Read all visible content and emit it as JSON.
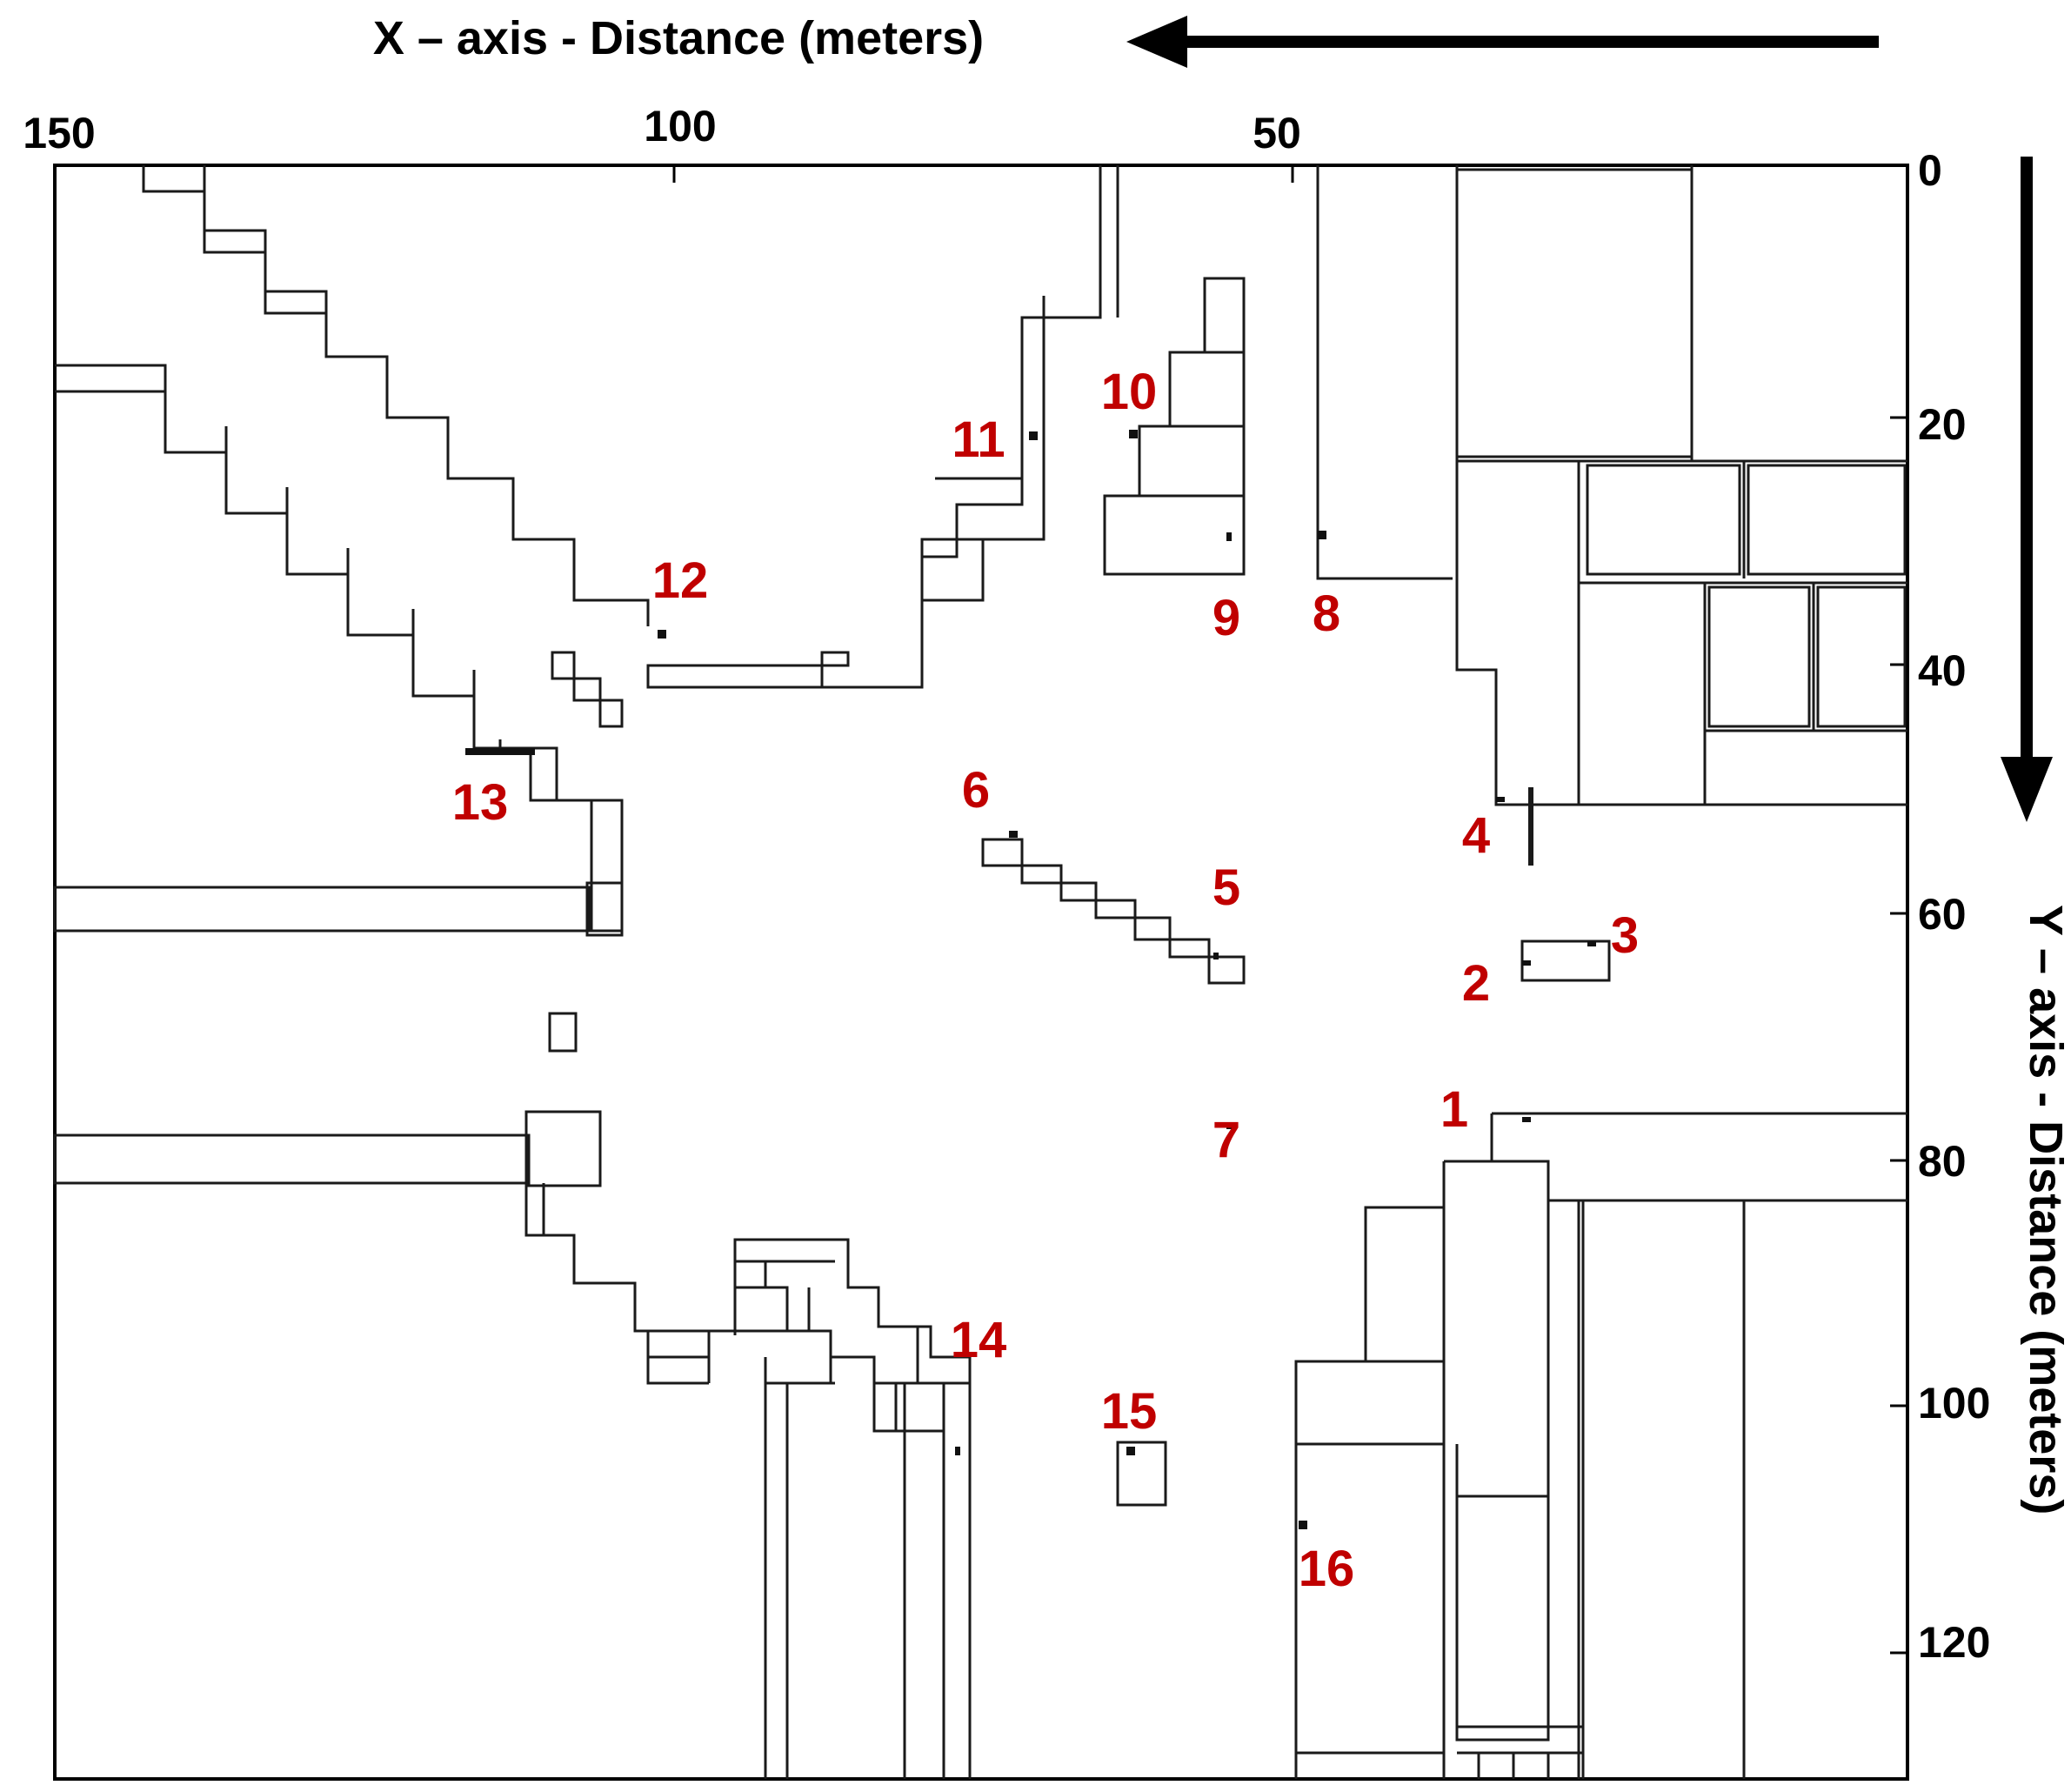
{
  "x_axis": {
    "title": "X – axis -  Distance (meters)",
    "ticks": [
      "150",
      "100",
      "50"
    ],
    "tick_values": [
      150,
      100,
      50
    ],
    "range": [
      150,
      0
    ],
    "direction": "right-to-left"
  },
  "y_axis": {
    "title": "Y – axis -  Distance (meters)",
    "ticks": [
      "0",
      "20",
      "40",
      "60",
      "80",
      "100",
      "120"
    ],
    "tick_values": [
      0,
      20,
      40,
      60,
      80,
      100,
      120
    ],
    "range": [
      0,
      131
    ],
    "direction": "top-to-bottom"
  },
  "colors": {
    "wall": "#1a1a1a",
    "label": "#c00000",
    "axis": "#000000"
  },
  "location_labels": [
    "1",
    "2",
    "3",
    "4",
    "5",
    "6",
    "7",
    "8",
    "9",
    "10",
    "11",
    "12",
    "13",
    "14",
    "15",
    "16"
  ]
}
